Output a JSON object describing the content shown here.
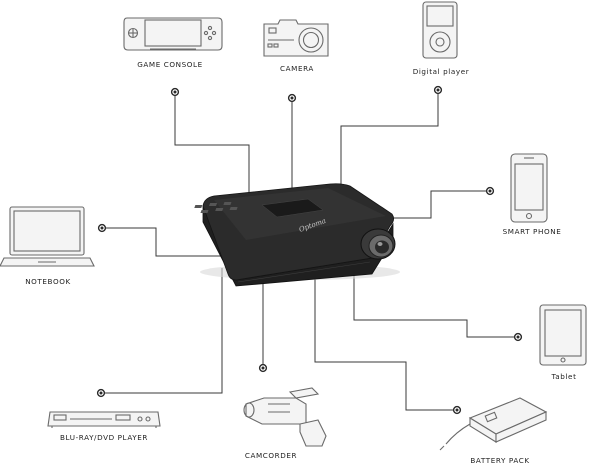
{
  "devices": {
    "game_console": "GAME CONSOLE",
    "camera": "CAMERA",
    "digital_player": "Digital player",
    "smart_phone": "SMART PHONE",
    "notebook": "NOTEBOOK",
    "tablet": "Tablet",
    "bluray_dvd_player": "BLU-RAY/DVD PLAYER",
    "camcorder": "CAMCORDER",
    "battery_pack": "BATTERY PACK"
  },
  "projector": {
    "brand_logo": "Optoma",
    "body_color": "#2b2b2b",
    "lens_color": "#5a5a5a"
  },
  "colors": {
    "wire": "#3a3a3a",
    "device_outline": "#6a6a6a"
  }
}
